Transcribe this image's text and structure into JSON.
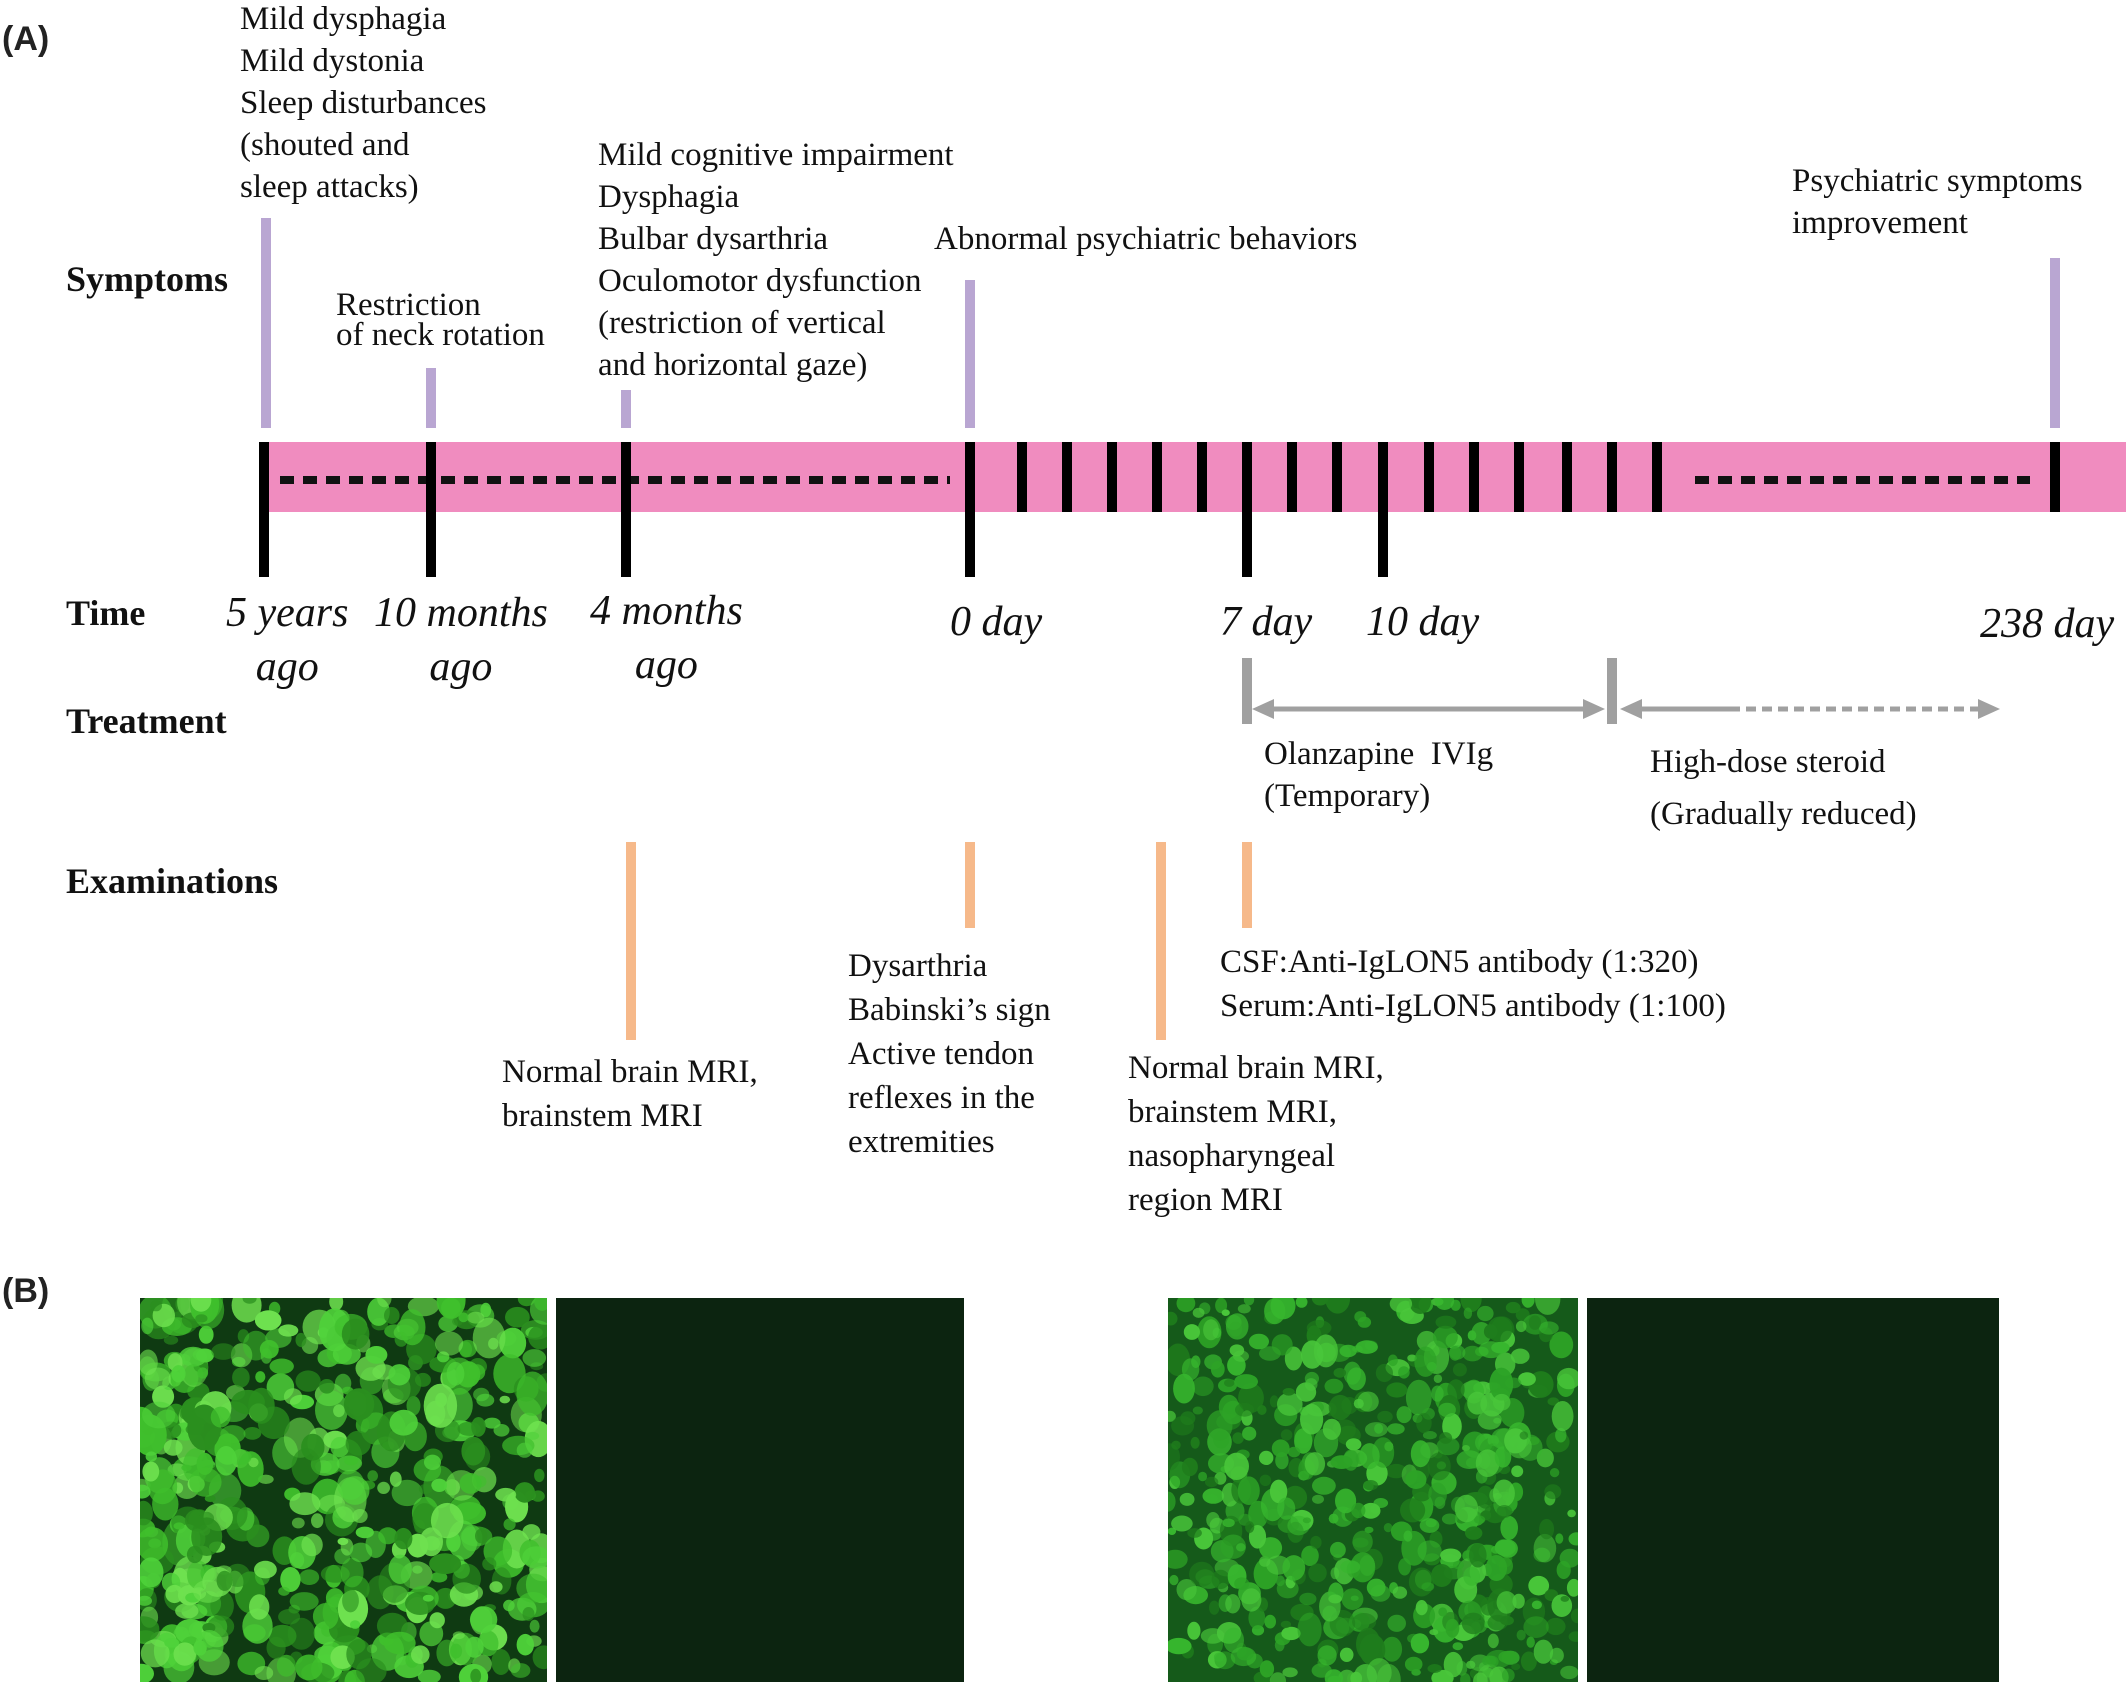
{
  "panels": {
    "a": "(A)",
    "b": "(B)"
  },
  "rows": {
    "symptoms": "Symptoms",
    "time": "Time",
    "treatment": "Treatment",
    "examinations": "Examinations"
  },
  "symptoms": {
    "s1": [
      "Mild dysphagia",
      "Mild dystonia",
      "Sleep disturbances",
      "(shouted and",
      "sleep attacks)"
    ],
    "s2": [
      "Restriction",
      "of neck rotation"
    ],
    "s3": [
      "Mild cognitive impairment",
      "Dysphagia",
      "Bulbar dysarthria",
      "Oculomotor dysfunction",
      "(restriction of vertical",
      "and horizontal gaze)"
    ],
    "s4": [
      "Abnormal psychiatric behaviors"
    ],
    "s5": [
      "Psychiatric symptoms",
      "improvement"
    ]
  },
  "times": {
    "t1": [
      "5 years",
      "ago"
    ],
    "t2": [
      "10 months",
      "ago"
    ],
    "t3": [
      "4 months",
      "ago"
    ],
    "t4": [
      "0 day"
    ],
    "t5": [
      "7 day"
    ],
    "t6": [
      "10 day"
    ],
    "t7": [
      "238 day"
    ]
  },
  "treatment": {
    "first": [
      "Olanzapine  IVIg",
      "(Temporary)"
    ],
    "second": [
      "High-dose steroid",
      "(Gradually reduced)"
    ]
  },
  "examinations": {
    "e1": [
      "Normal brain MRI,",
      "brainstem MRI"
    ],
    "e2": [
      "Dysarthria",
      "Babinski’s sign",
      "Active tendon",
      "reflexes in the",
      "extremities"
    ],
    "e3": [
      "Normal brain MRI,",
      "brainstem MRI,",
      "nasopharyngeal",
      "region MRI"
    ],
    "e4": [
      "CSF:Anti-IgLON5 antibody (1:320)",
      "Serum:Anti-IgLON5 antibody (1:100)"
    ]
  },
  "colors": {
    "timeline_band": "#f08cbf",
    "symptom_marker": "#b9a6d2",
    "exam_marker": "#f6b98a",
    "treatment_arrow": "#a0a0a0",
    "fluorescence_bright": "#4fd23a",
    "fluorescence_dark": "#0c2410"
  },
  "images": [
    {
      "name": "fluorescence-image-1",
      "intensity": "bright"
    },
    {
      "name": "fluorescence-image-2",
      "intensity": "dark"
    },
    {
      "name": "fluorescence-image-3",
      "intensity": "medium"
    },
    {
      "name": "fluorescence-image-4",
      "intensity": "dark"
    }
  ]
}
